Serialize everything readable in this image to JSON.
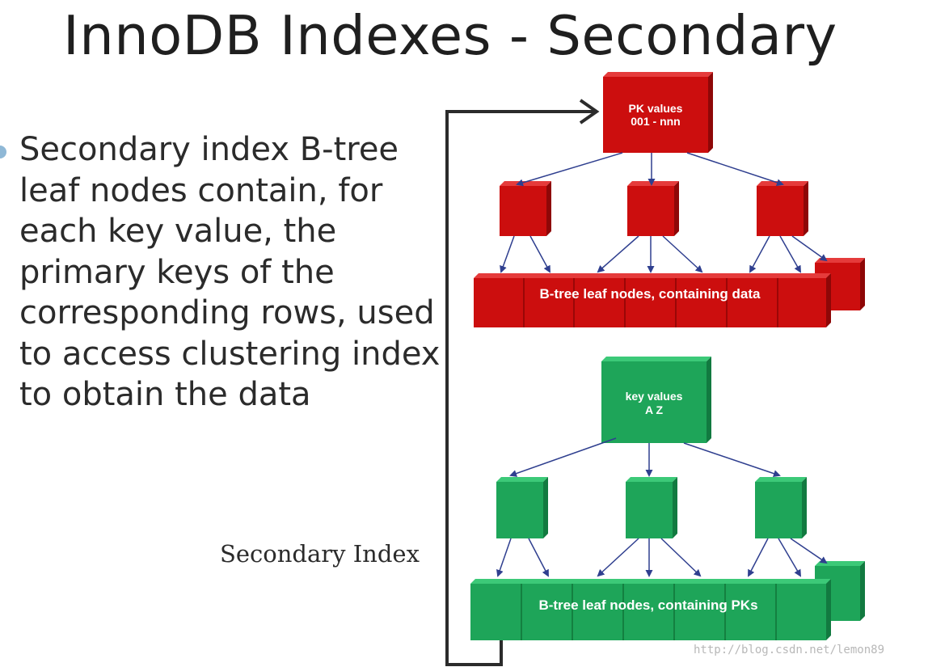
{
  "title": "InnoDB Indexes - Secondary",
  "bullet": "Secondary index B-tree leaf nodes contain, for each key value, the primary keys of the corresponding rows, used to access clustering index to obtain the data",
  "caption": "Secondary Index",
  "watermark": "http://blog.csdn.net/lemon89",
  "primary_tree": {
    "root_line1": "PK values",
    "root_line2": "001 - nnn",
    "leaf_label": "B-tree leaf nodes, containing data",
    "color": "#cc0e0e"
  },
  "secondary_tree": {
    "root_line1": "key values",
    "root_line2": "A Z",
    "leaf_label": "B-tree leaf nodes, containing PKs",
    "color": "#1ea559"
  },
  "arrow_color": "#2f3f8f"
}
